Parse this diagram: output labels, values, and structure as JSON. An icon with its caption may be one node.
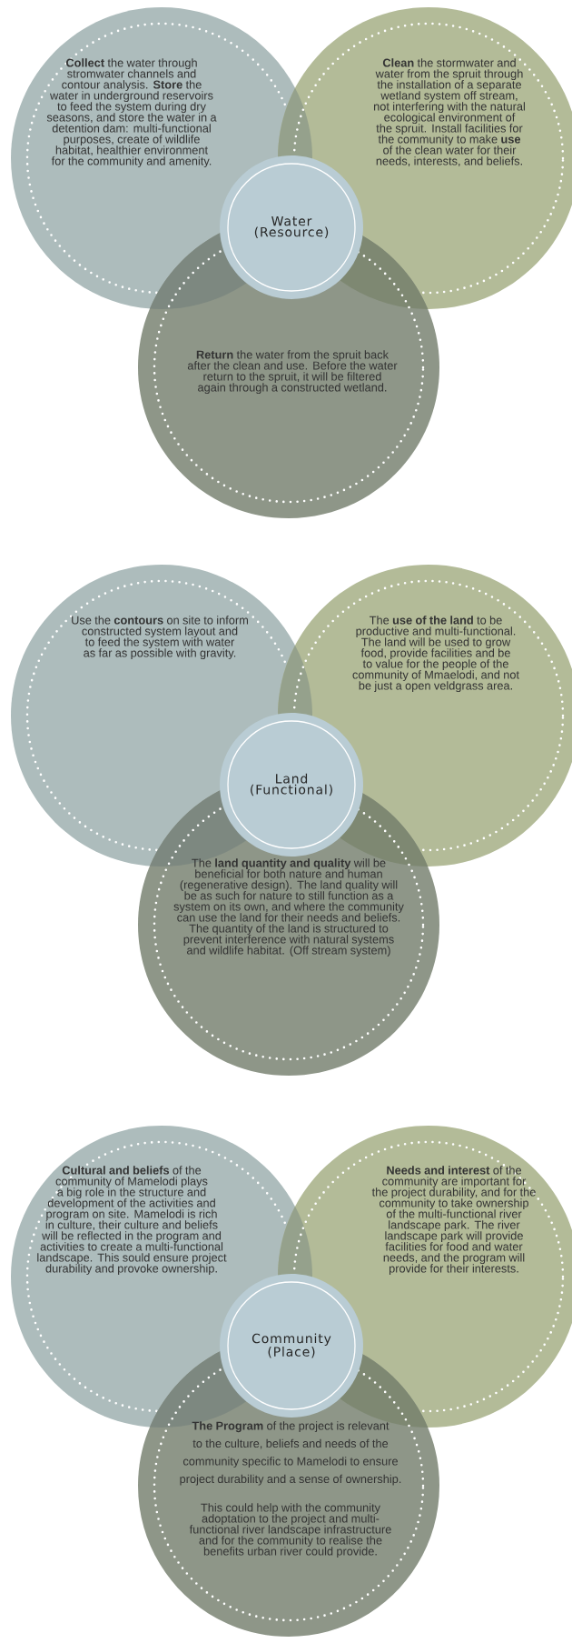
{
  "diagram": {
    "nodes": [
      {
        "text": [
          "**Collect** the water through stromwater channels and contour analysis. **Store** the water in underground reservoirs to feed the system during dry seasons, and store the water in a detention dam: multi-functional purposes, create of wildlife habitat, healthier environment for the community and amenity."
        ]
      },
      {
        "text": [
          "**Clean** the stormwater and water from the spruit through the installation of a separate wetland system off stream, not interfering with the natural ecological environment of the spruit. Install facilities for the community to make **use** of the clean water for their needs, interests, and beliefs."
        ]
      },
      {
        "text": [
          "Water (Resource)"
        ]
      },
      {
        "text": [
          "**Return** the water from the spruit back after the clean and use. Before the water return to the spruit, it will be filtered again through a constructed wetland."
        ]
      },
      {
        "text": [
          "Use the **contours** on site to inform constructed system layout and to feed the system with water as far as possible with gravity."
        ]
      },
      {
        "text": [
          "The **use of the land** to be productive and multi-functional. The land will be used to grow food, provide facilities and be to value for the people of the community of Mmaelodi, and not be just a open veldgrass area."
        ]
      },
      {
        "text": [
          "Land (Functional)"
        ]
      },
      {
        "text": [
          "The **land quantity and quality** will be beneficial for both nature and human (regenerative design). The land quality will be as such for nature to still function as a system on its own, and where the community can use the land for their needs and beliefs. The quantity of the land is structured to prevent interference with natural systems and wildlife habitat. (Off stream system)"
        ]
      },
      {
        "text": [
          "**Cultural and beliefs** of the community of Mamelodi plays a big role in the structure and development of the activities and program on site. Mamelodi is rich in culture, their culture and beliefs will be reflected in the program and activities to create a multi-functional landscape. This sould ensure project durability and provoke ownership."
        ]
      },
      {
        "text": [
          "**Needs and interest** of the community are important for the project durability, and for the community to take ownership of the multi-functional river landscape park. The river landscape park will provide facilities for food and water needs, and the program will provide for their interests."
        ]
      },
      {
        "text": [
          "Community (Place)"
        ]
      },
      {
        "text": [
          "**The Program** of the project is relevant to the culture, beliefs and needs of the community specific to Mamelodi to ensure project durability and a sense of ownership.",
          "This could help with the community adoptation to the project and multi-functional river landscape infrastructure and for the community to realise the benefits urban river could provide."
        ]
      }
    ]
  }
}
